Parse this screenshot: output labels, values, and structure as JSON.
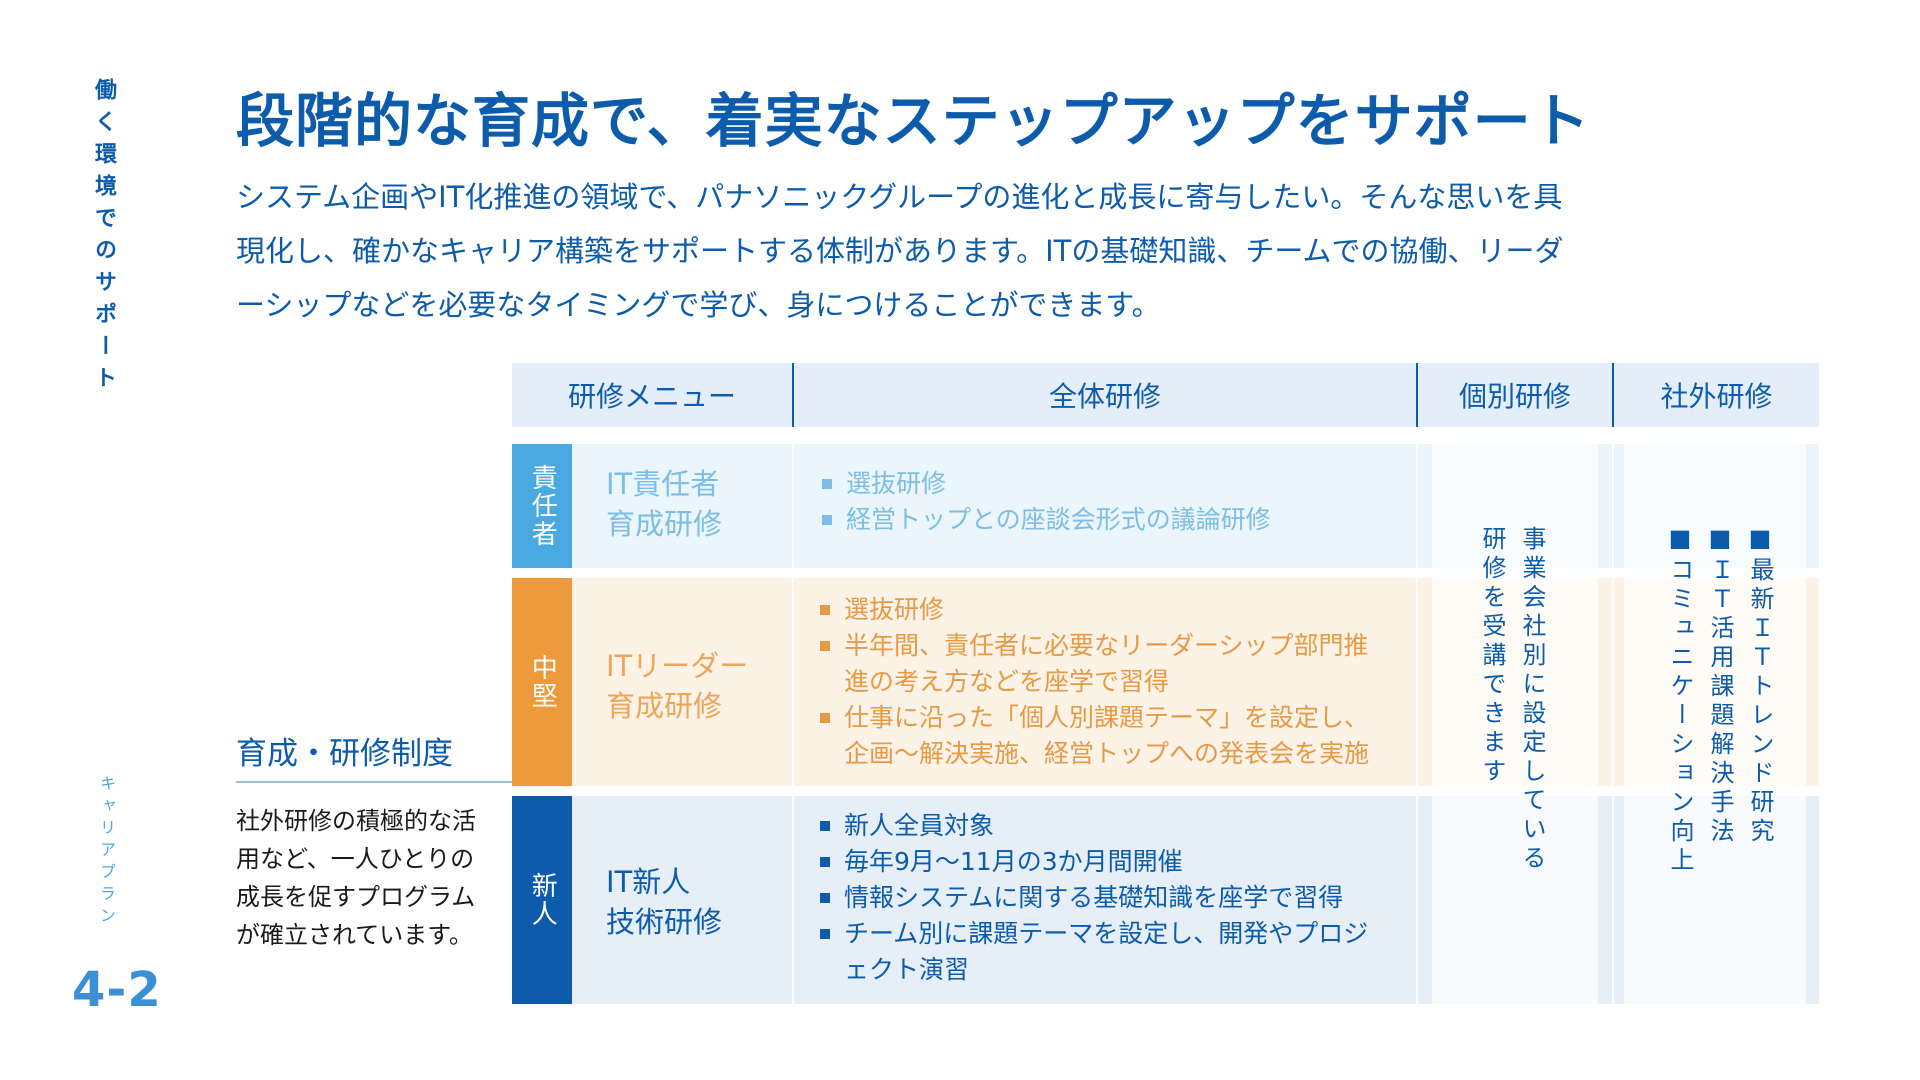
{
  "sidebar": {
    "section_title": "働く環境でのサポート",
    "subsection": "キャリアプラン",
    "page_number": "4-2"
  },
  "header": {
    "headline": "段階的な育成で、着実なステップアップをサポート",
    "intro": "システム企画やIT化推進の領域で、パナソニックグループの進化と成長に寄与したい。そんな思いを具現化し、確かなキャリア構築をサポートする体制があります。ITの基礎知識、チームでの協働、リーダーシップなどを必要なタイミングで学び、身につけることができます。"
  },
  "system": {
    "title": "育成・研修制度",
    "description": "社外研修の積極的な活用など、一人ひとりの成長を促すプログラムが確立されています。"
  },
  "table": {
    "headers": [
      "研修メニュー",
      "全体研修",
      "個別研修",
      "社外研修"
    ],
    "rows": [
      {
        "level": "責任者",
        "course_line1": "IT責任者",
        "course_line2": "育成研修",
        "items": [
          "選抜研修",
          "経営トップとの座談会形式の議論研修"
        ],
        "color": "#4aa9e0"
      },
      {
        "level": "中堅",
        "course_line1": "ITリーダー",
        "course_line2": "育成研修",
        "items": [
          "選抜研修",
          "半年間、責任者に必要なリーダーシップ部門推進の考え方などを座学で習得",
          "仕事に沿った「個人別課題テーマ」を設定し、企画〜解決実施、経営トップへの発表会を実施"
        ],
        "color": "#ec9a3c"
      },
      {
        "level": "新人",
        "course_line1": "IT新人",
        "course_line2": "技術研修",
        "items": [
          "新人全員対象",
          "毎年9月〜11月の3か月間開催",
          "情報システムに関する基礎知識を座学で習得",
          "チーム別に課題テーマを設定し、開発やプロジェクト演習"
        ],
        "color": "#0d5cab"
      }
    ],
    "individual_training": [
      "事業会社別に設定している",
      "研修を受講できます"
    ],
    "external_training": [
      "最新ＩＴトレンド研究",
      "ＩＴ活用課題解決手法",
      "コミュニケーション向上"
    ]
  }
}
